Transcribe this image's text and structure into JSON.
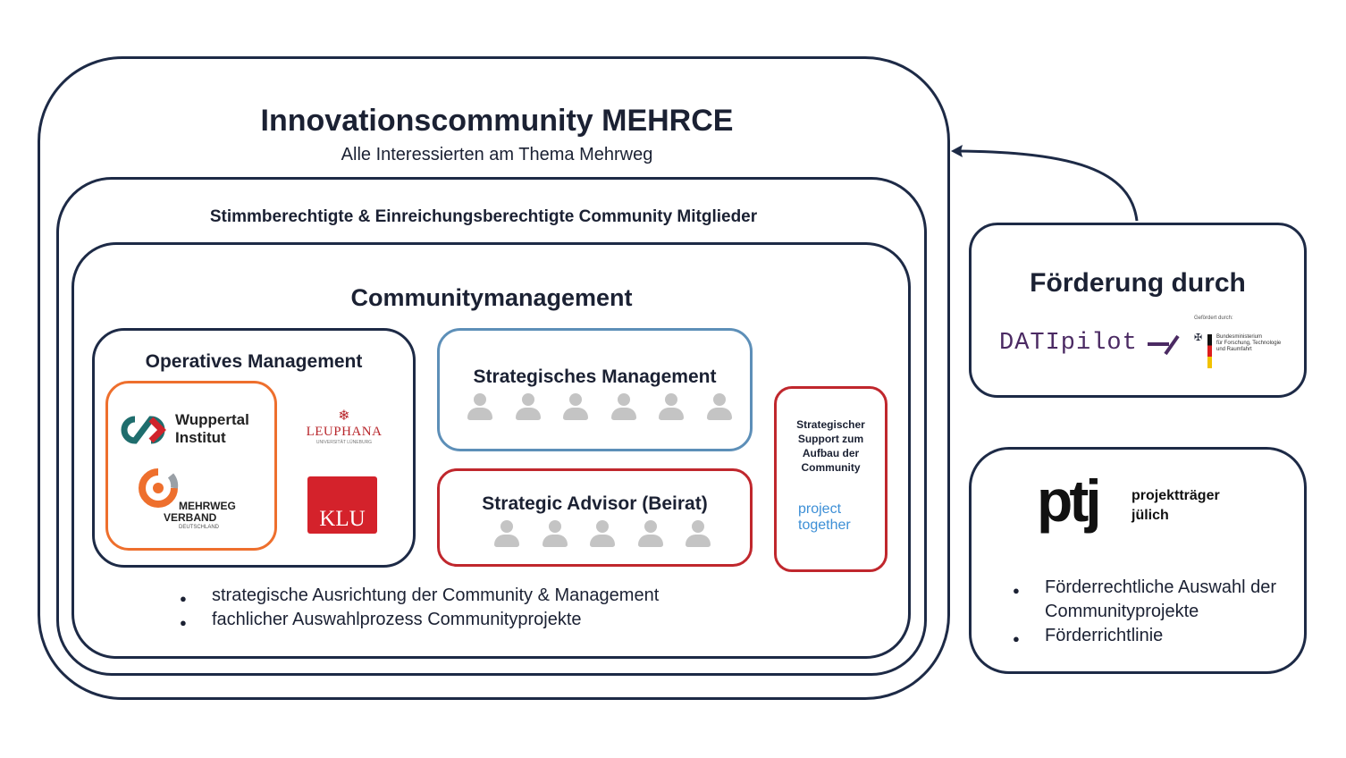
{
  "community": {
    "title": "Innovationscommunity MEHRCE",
    "subtitle": "Alle Interessierten am Thema Mehrweg"
  },
  "members": {
    "title": "Stimmberechtigte & Einreichungsberechtigte Community Mitglieder"
  },
  "management": {
    "title": "Communitymanagement",
    "operative": {
      "title": "Operatives Management",
      "wuppertal": [
        "Wuppertal",
        "Institut"
      ],
      "leuphana": {
        "name": "LEUPHANA",
        "sub": "UNIVERSITÄT LÜNEBURG"
      },
      "mehrweg": {
        "line1": "MEHRWEG",
        "line2": "VERBAND",
        "line3": "DEUTSCHLAND"
      },
      "klu": "KLU"
    },
    "strategic": {
      "title": "Strategisches Management",
      "persons": 6
    },
    "advisor": {
      "title": "Strategic Advisor (Beirat)",
      "persons": 5
    },
    "support": {
      "lines": [
        "Strategischer",
        "Support zum",
        "Aufbau der",
        "Community"
      ],
      "logo": [
        "project",
        "together"
      ]
    },
    "bullets": [
      "strategische Ausrichtung der Community & Management",
      "fachlicher Auswahlprozess Communityprojekte"
    ]
  },
  "funding": {
    "title": "Förderung durch",
    "dati": "DATIpilot",
    "bmbf": {
      "caption": "Gefördert durch:",
      "lines": [
        "Bundesministerium",
        "für Forschung, Technologie",
        "und Raumfahrt"
      ]
    }
  },
  "ptj": {
    "logo": "ptj",
    "name": [
      "projektträger",
      "jülich"
    ],
    "bullets": [
      "Förderrechtliche Auswahl der Communityprojekte",
      "Förderrichtlinie"
    ]
  },
  "colors": {
    "navy": "#1d2a46",
    "orange": "#ee6f2d",
    "blue": "#5d8fb8",
    "red": "#c0272d",
    "purple": "#4b2a63",
    "grey": "#c4c4c4"
  }
}
